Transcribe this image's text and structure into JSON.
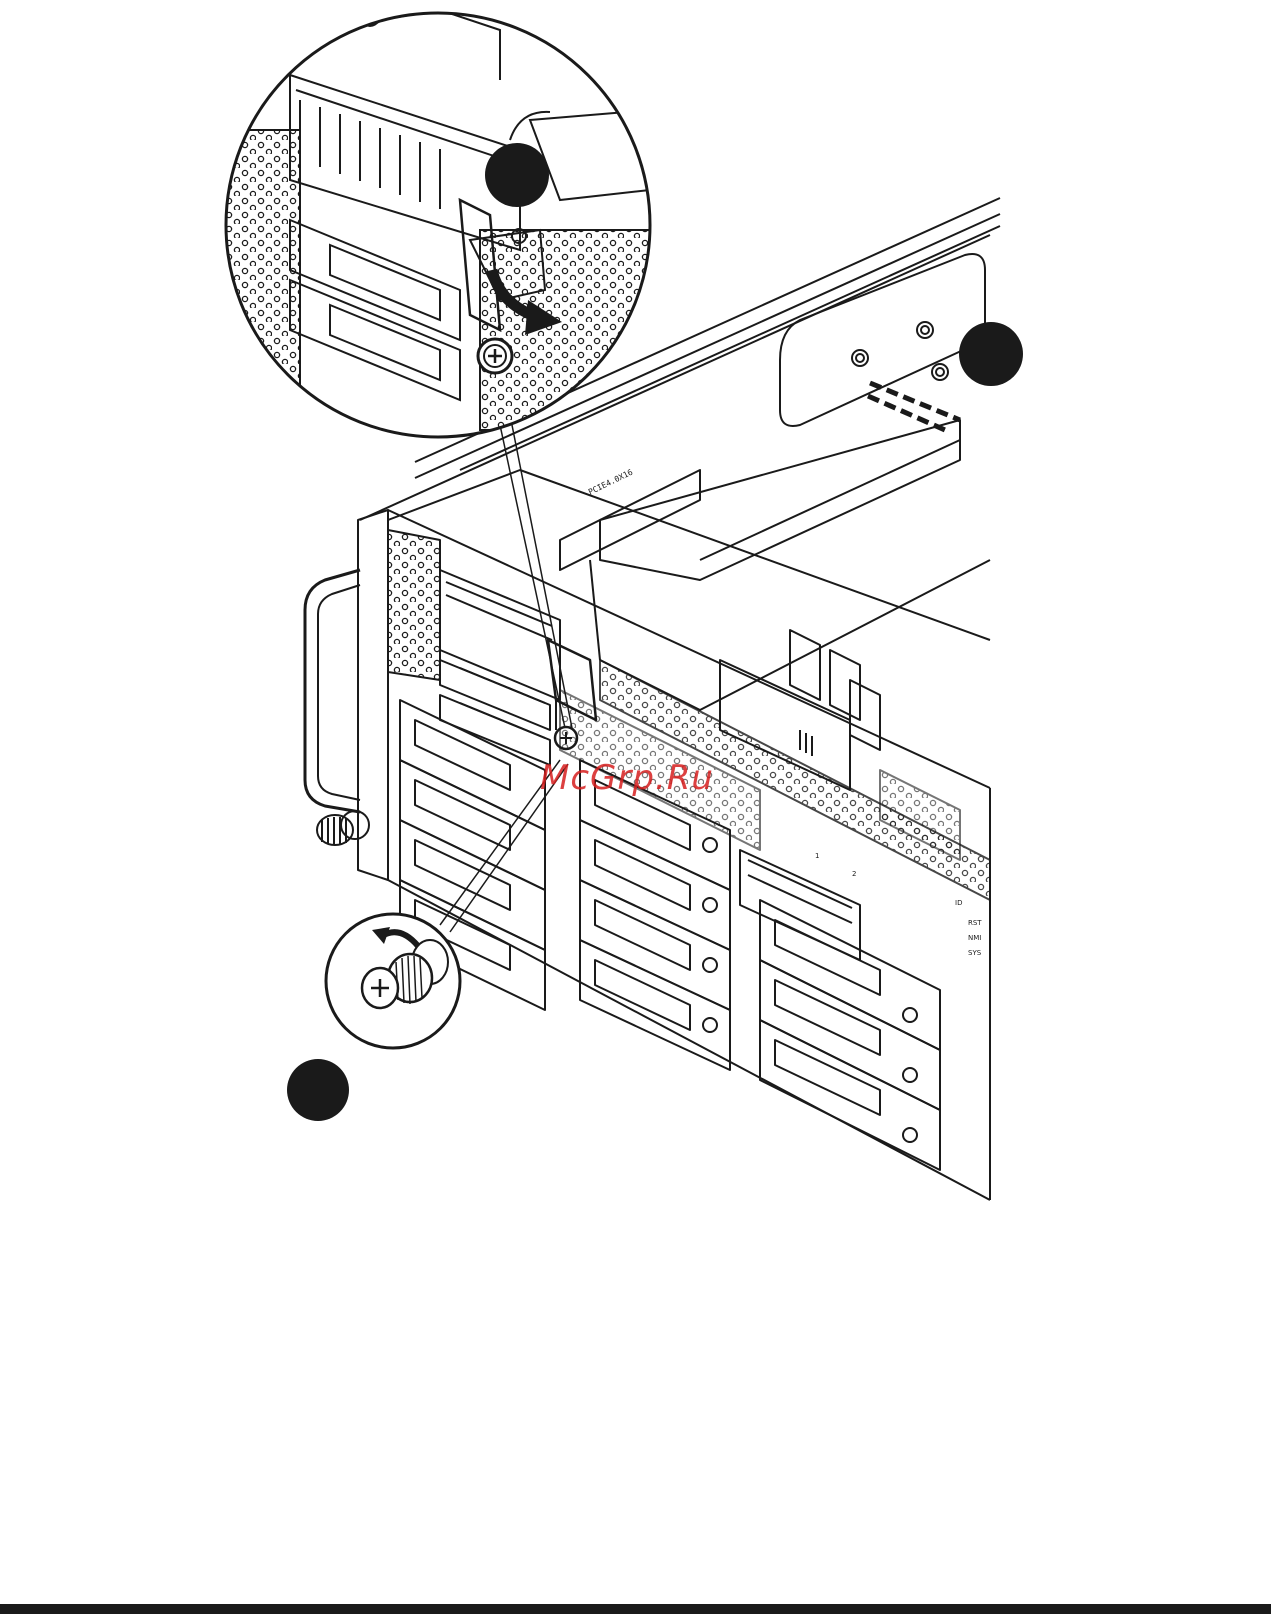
{
  "watermark": {
    "text": "McGrp.Ru",
    "color": "#d61f1f"
  },
  "silkscreen": {
    "riser_label": "PCIE4.0X16",
    "led_labels": [
      "ID",
      "RST",
      "NMI",
      "SYS"
    ],
    "connector_numbers": [
      "1",
      "2"
    ]
  },
  "callouts": [
    {
      "id": "step-1",
      "label": ""
    },
    {
      "id": "step-2",
      "label": ""
    },
    {
      "id": "step-3",
      "label": ""
    }
  ],
  "icons": [
    "rotate-arrow-icon",
    "thumbscrew-icon",
    "curved-arrow-icon"
  ],
  "colors": {
    "line": "#1a1a1a",
    "background": "#ffffff",
    "callout_fill": "#1a1a1a"
  }
}
